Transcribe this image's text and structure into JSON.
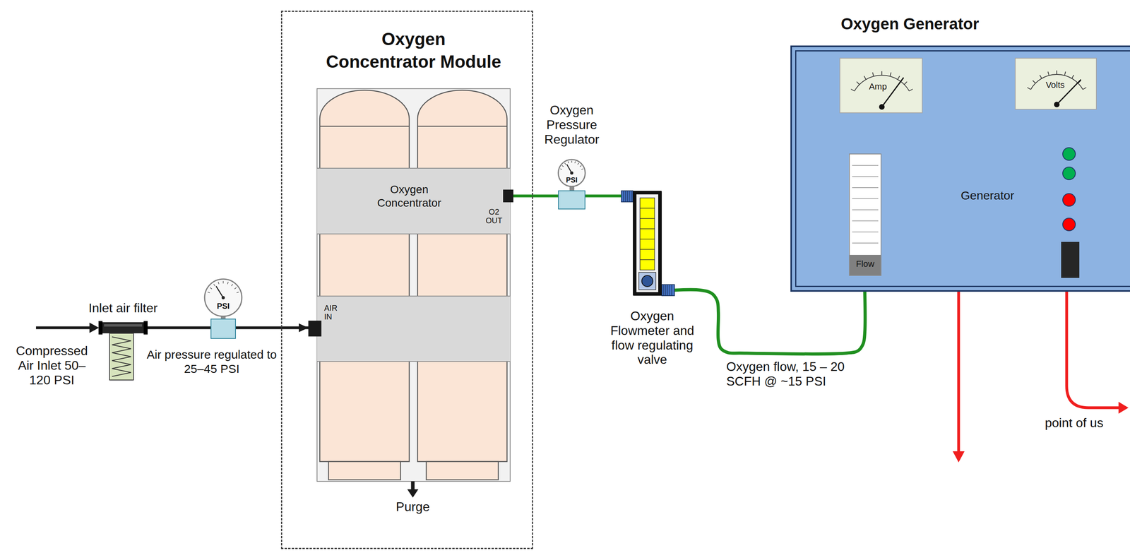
{
  "diagram": {
    "nodes": [
      {
        "text": [
          "Inlet air filter"
        ]
      },
      {
        "text": [
          "PSI",
          "Air pressure regulated to 25–45 PSI"
        ]
      },
      {
        "text": [
          "Oxygen Concentrator Module"
        ]
      },
      {
        "text": [
          "Oxygen Concentrator",
          "O2 OUT"
        ],
        "in": 2
      },
      {
        "text": [
          "AIR IN"
        ],
        "in": 2
      },
      {
        "text": [
          "Oxygen Pressure Regulator",
          "PSI"
        ]
      },
      {
        "text": [
          "Oxygen Flowmeter and flow regulating valve"
        ]
      },
      {
        "text": [
          "Oxygen Generator",
          "Generator"
        ]
      },
      {
        "text": [
          "Amp"
        ],
        "in": 7
      },
      {
        "text": [
          "Volts"
        ],
        "in": 7
      },
      {
        "text": [
          "Flow"
        ],
        "in": 7
      }
    ],
    "edges": [
      {
        "from": 0,
        "to": 1,
        "arrow": "none"
      },
      {
        "from": 1,
        "to": 4,
        "arrow": "to"
      },
      {
        "from": 3,
        "to": 5,
        "arrow": "none"
      },
      {
        "from": 5,
        "to": 6,
        "arrow": "none"
      },
      {
        "from": 6,
        "to": 7,
        "arrow": "none",
        "label": "Oxygen flow, 15 – 20 SCFH @ ~15 PSI"
      }
    ],
    "labels": [
      "Compressed Air Inlet 50–120 PSI",
      "Purge",
      "point of us"
    ]
  }
}
